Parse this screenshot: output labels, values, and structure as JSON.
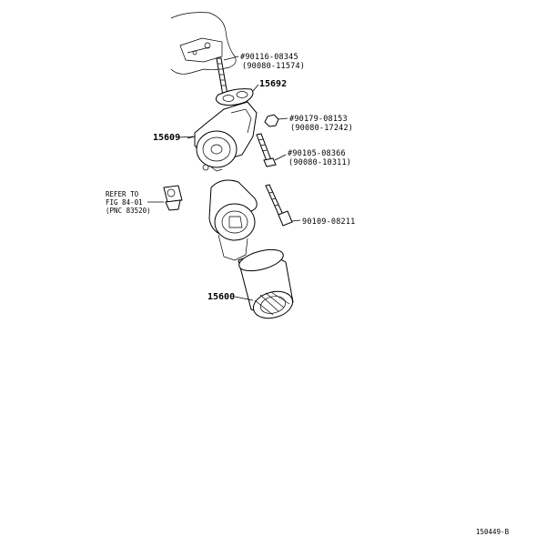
{
  "labels": {
    "stud_primary": "#90116-08345",
    "stud_alt": "(90080-11574)",
    "gasket": "15692",
    "nut_primary": "#90179-08153",
    "nut_alt": "(90080-17242)",
    "bracket": "15609",
    "bolt_primary": "#90105-08366",
    "bolt_alt": "(90080-10311)",
    "long_bolt": "90109-08211",
    "refer_line1": "REFER TO",
    "refer_line2": "FIG 84-01",
    "refer_line3": "(PNC 83520)",
    "filter": "15600",
    "figure_id": "150449-B"
  }
}
